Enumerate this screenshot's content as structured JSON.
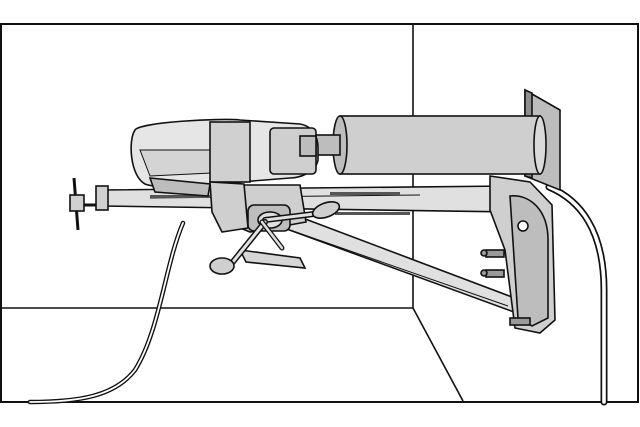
{
  "illustration": {
    "colors": {
      "background": "#ffffff",
      "outline": "#111111",
      "fill_light": "#e6e6e6",
      "fill_mid": "#cfcfcf",
      "fill_dark": "#9a9a9a"
    },
    "icons": [
      "wall-corner",
      "core-drill-motor",
      "core-drill-bit",
      "wall-mount-plate",
      "drill-rig-column",
      "support-strut",
      "feed-lever",
      "power-cable",
      "water-hose"
    ]
  }
}
